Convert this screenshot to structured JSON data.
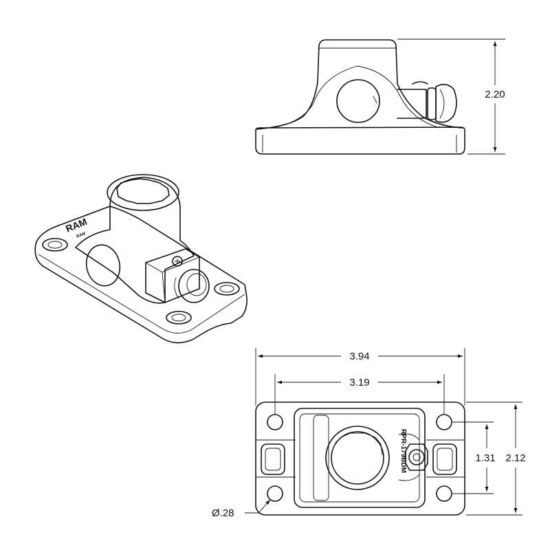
{
  "drawing": {
    "side_height": "2.20",
    "overall_length": "3.94",
    "hole_spacing_length": "3.19",
    "hole_spacing_width": "1.31",
    "overall_width": "2.12",
    "hole_diameter": "Ø.28",
    "part_number": "RPR-179BDM",
    "iso_logo": "RAM",
    "iso_sub": "RAM"
  }
}
